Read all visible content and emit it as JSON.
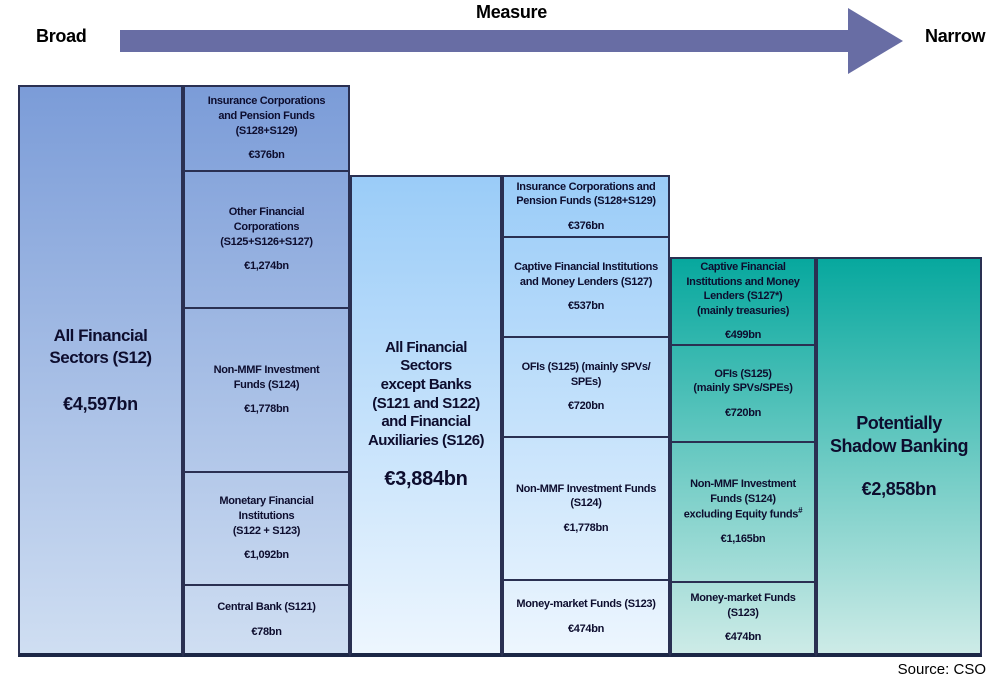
{
  "header": {
    "broad_label": "Broad",
    "measure_label": "Measure",
    "narrow_label": "Narrow"
  },
  "columns": [
    {
      "title": "All Financial\nSectors (S12)",
      "value": "€4,597bn"
    },
    {
      "boxes": [
        {
          "title": "Insurance Corporations\nand Pension Funds\n(S128+S129)",
          "value": "€376bn"
        },
        {
          "title": "Other Financial\nCorporations\n(S125+S126+S127)",
          "value": "€1,274bn"
        },
        {
          "title": "Non-MMF Investment\nFunds (S124)",
          "value": "€1,778bn"
        },
        {
          "title": "Monetary Financial\nInstitutions\n(S122 + S123)",
          "value": "€1,092bn"
        },
        {
          "title": "Central Bank (S121)",
          "value": "€78bn"
        }
      ]
    },
    {
      "title": "All Financial\nSectors\nexcept Banks\n(S121 and S122)\nand Financial\nAuxiliaries (S126)",
      "value": "€3,884bn"
    },
    {
      "boxes": [
        {
          "title": "Insurance Corporations and\nPension Funds (S128+S129)",
          "value": "€376bn"
        },
        {
          "title": "Captive Financial Institutions\nand Money Lenders (S127)",
          "value": "€537bn"
        },
        {
          "title": "OFIs (S125) (mainly SPVs/\nSPEs)",
          "value": "€720bn"
        },
        {
          "title": "Non-MMF Investment Funds\n(S124)",
          "value": "€1,778bn"
        },
        {
          "title": "Money-market Funds (S123)",
          "value": "€474bn"
        }
      ]
    },
    {
      "boxes": [
        {
          "title": "Captive Financial\nInstitutions and Money\nLenders (S127*)\n(mainly treasuries)",
          "value": "€499bn"
        },
        {
          "title": "OFIs (S125)\n(mainly SPVs/SPEs)",
          "value": "€720bn"
        },
        {
          "title": "Non-MMF Investment\nFunds (S124)\nexcluding Equity funds",
          "title_sup": "#",
          "value": "€1,165bn"
        },
        {
          "title": "Money-market Funds\n(S123)",
          "value": "€474bn"
        }
      ]
    },
    {
      "title": "Potentially\nShadow Banking",
      "value": "€2,858bn"
    }
  ],
  "source": "Source: CSO",
  "colors": {
    "arrow": "#686da4",
    "border": "#2a3052",
    "border_bottom": "#1c2746",
    "text": "#0d0d2e",
    "blue_top": "#7b9cd8",
    "blue_bottom": "#cfdef2",
    "lightblue_top": "#9accf8",
    "lightblue_bottom": "#edf6fe",
    "teal_top": "#07a89e",
    "teal_bottom": "#cdebe7"
  }
}
